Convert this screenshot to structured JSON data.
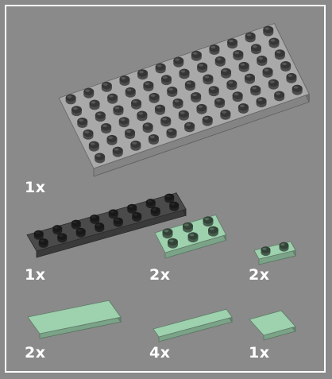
{
  "palette": {
    "background": "#8a8a8a",
    "frame": "#ffffff",
    "gray_light": "#a9a9a9",
    "gray_dark": "#4a4a4a",
    "green_light": "#9ed1ae"
  },
  "parts": [
    {
      "id": "plate-6x12-light-gray",
      "quantity": "1x"
    },
    {
      "id": "plate-2x8-dark-gray",
      "quantity": "1x"
    },
    {
      "id": "plate-2x3-sand-green",
      "quantity": "2x"
    },
    {
      "id": "plate-1x2-sand-green",
      "quantity": "2x"
    },
    {
      "id": "tile-2x4-sand-green",
      "quantity": "2x"
    },
    {
      "id": "tile-1x4-sand-green",
      "quantity": "4x"
    },
    {
      "id": "tile-2x2-sand-green",
      "quantity": "1x"
    }
  ]
}
